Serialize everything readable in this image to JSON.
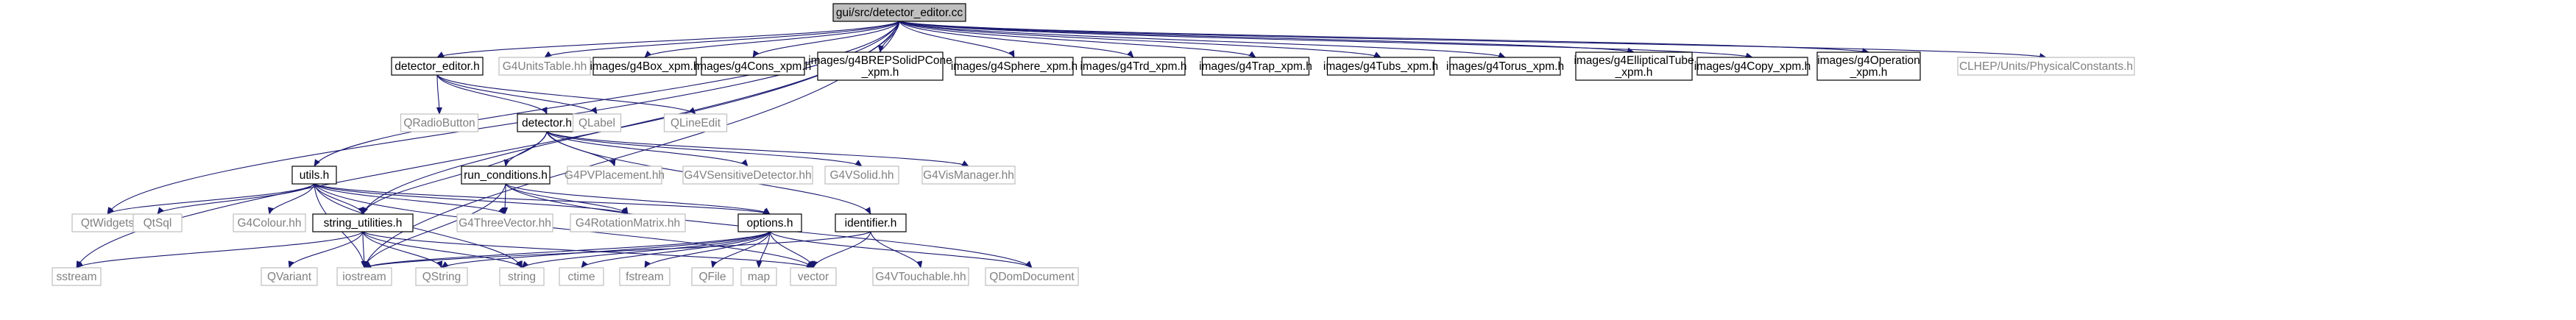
{
  "diagram": {
    "title": "include dependency graph",
    "colors": {
      "edge": "#191970",
      "root_fill": "#bfbfbf",
      "external_border": "#bfbfbf",
      "external_text": "#808080"
    },
    "nodes": [
      {
        "id": "root",
        "kind": "root",
        "lines": [
          "gui/src/detector_editor.cc"
        ]
      },
      {
        "id": "detector_editor_h",
        "kind": "project",
        "lines": [
          "detector_editor.h"
        ]
      },
      {
        "id": "g4unitstable",
        "kind": "external",
        "lines": [
          "G4UnitsTable.hh"
        ]
      },
      {
        "id": "g4box",
        "kind": "project",
        "lines": [
          "images/g4Box_xpm.h"
        ]
      },
      {
        "id": "g4cons",
        "kind": "project",
        "lines": [
          "images/g4Cons_xpm.h"
        ]
      },
      {
        "id": "g4brep",
        "kind": "project",
        "lines": [
          "images/g4BREPSolidPCone",
          "_xpm.h"
        ]
      },
      {
        "id": "g4sphere",
        "kind": "project",
        "lines": [
          "images/g4Sphere_xpm.h"
        ]
      },
      {
        "id": "g4trd",
        "kind": "project",
        "lines": [
          "images/g4Trd_xpm.h"
        ]
      },
      {
        "id": "g4trap",
        "kind": "project",
        "lines": [
          "images/g4Trap_xpm.h"
        ]
      },
      {
        "id": "g4tubs",
        "kind": "project",
        "lines": [
          "images/g4Tubs_xpm.h"
        ]
      },
      {
        "id": "g4torus",
        "kind": "project",
        "lines": [
          "images/g4Torus_xpm.h"
        ]
      },
      {
        "id": "g4elliptical",
        "kind": "project",
        "lines": [
          "images/g4EllipticalTube",
          "_xpm.h"
        ]
      },
      {
        "id": "g4copy",
        "kind": "project",
        "lines": [
          "images/g4Copy_xpm.h"
        ]
      },
      {
        "id": "g4operation",
        "kind": "project",
        "lines": [
          "images/g4Operation",
          "_xpm.h"
        ]
      },
      {
        "id": "clhep",
        "kind": "external",
        "lines": [
          "CLHEP/Units/PhysicalConstants.h"
        ]
      },
      {
        "id": "qradiobutton",
        "kind": "external",
        "lines": [
          "QRadioButton"
        ]
      },
      {
        "id": "detector_h",
        "kind": "project",
        "lines": [
          "detector.h"
        ]
      },
      {
        "id": "qlabel",
        "kind": "external",
        "lines": [
          "QLabel"
        ]
      },
      {
        "id": "qlineedit",
        "kind": "external",
        "lines": [
          "QLineEdit"
        ]
      },
      {
        "id": "utils_h",
        "kind": "project",
        "lines": [
          "utils.h"
        ]
      },
      {
        "id": "run_conditions_h",
        "kind": "project",
        "lines": [
          "run_conditions.h"
        ]
      },
      {
        "id": "g4pvplacement",
        "kind": "external",
        "lines": [
          "G4PVPlacement.hh"
        ]
      },
      {
        "id": "g4vsensitive",
        "kind": "external",
        "lines": [
          "G4VSensitiveDetector.hh"
        ]
      },
      {
        "id": "g4vsolid",
        "kind": "external",
        "lines": [
          "G4VSolid.hh"
        ]
      },
      {
        "id": "g4vismanager",
        "kind": "external",
        "lines": [
          "G4VisManager.hh"
        ]
      },
      {
        "id": "qtwidgets",
        "kind": "external",
        "lines": [
          "QtWidgets"
        ]
      },
      {
        "id": "qtsql",
        "kind": "external",
        "lines": [
          "QtSql"
        ]
      },
      {
        "id": "g4colour",
        "kind": "external",
        "lines": [
          "G4Colour.hh"
        ]
      },
      {
        "id": "string_utilities_h",
        "kind": "project",
        "lines": [
          "string_utilities.h"
        ]
      },
      {
        "id": "g4threevector",
        "kind": "external",
        "lines": [
          "G4ThreeVector.hh"
        ]
      },
      {
        "id": "g4rotationmatrix",
        "kind": "external",
        "lines": [
          "G4RotationMatrix.hh"
        ]
      },
      {
        "id": "options_h",
        "kind": "project",
        "lines": [
          "options.h"
        ]
      },
      {
        "id": "identifier_h",
        "kind": "project",
        "lines": [
          "identifier.h"
        ]
      },
      {
        "id": "sstream",
        "kind": "external",
        "lines": [
          "sstream"
        ]
      },
      {
        "id": "qvariant",
        "kind": "external",
        "lines": [
          "QVariant"
        ]
      },
      {
        "id": "iostream",
        "kind": "external",
        "lines": [
          "iostream"
        ]
      },
      {
        "id": "qstring",
        "kind": "external",
        "lines": [
          "QString"
        ]
      },
      {
        "id": "string",
        "kind": "external",
        "lines": [
          "string"
        ]
      },
      {
        "id": "ctime",
        "kind": "external",
        "lines": [
          "ctime"
        ]
      },
      {
        "id": "fstream",
        "kind": "external",
        "lines": [
          "fstream"
        ]
      },
      {
        "id": "qfile",
        "kind": "external",
        "lines": [
          "QFile"
        ]
      },
      {
        "id": "map",
        "kind": "external",
        "lines": [
          "map"
        ]
      },
      {
        "id": "vector",
        "kind": "external",
        "lines": [
          "vector"
        ]
      },
      {
        "id": "g4vtouchable",
        "kind": "external",
        "lines": [
          "G4VTouchable.hh"
        ]
      },
      {
        "id": "qdomdocument",
        "kind": "external",
        "lines": [
          "QDomDocument"
        ]
      }
    ],
    "edges": [
      [
        "root",
        "detector_editor_h"
      ],
      [
        "root",
        "g4unitstable"
      ],
      [
        "root",
        "g4box"
      ],
      [
        "root",
        "g4cons"
      ],
      [
        "root",
        "g4brep"
      ],
      [
        "root",
        "g4sphere"
      ],
      [
        "root",
        "g4trd"
      ],
      [
        "root",
        "g4trap"
      ],
      [
        "root",
        "g4tubs"
      ],
      [
        "root",
        "g4torus"
      ],
      [
        "root",
        "g4elliptical"
      ],
      [
        "root",
        "g4copy"
      ],
      [
        "root",
        "g4operation"
      ],
      [
        "root",
        "clhep"
      ],
      [
        "root",
        "utils_h"
      ],
      [
        "root",
        "string_utilities_h"
      ],
      [
        "root",
        "qtwidgets"
      ],
      [
        "root",
        "sstream"
      ],
      [
        "root",
        "iostream"
      ],
      [
        "detector_editor_h",
        "qradiobutton"
      ],
      [
        "detector_editor_h",
        "detector_h"
      ],
      [
        "detector_editor_h",
        "qlabel"
      ],
      [
        "detector_editor_h",
        "qlineedit"
      ],
      [
        "detector_h",
        "run_conditions_h"
      ],
      [
        "detector_h",
        "g4pvplacement"
      ],
      [
        "detector_h",
        "g4vsensitive"
      ],
      [
        "detector_h",
        "g4vsolid"
      ],
      [
        "detector_h",
        "g4vismanager"
      ],
      [
        "detector_h",
        "identifier_h"
      ],
      [
        "detector_h",
        "string_utilities_h"
      ],
      [
        "run_conditions_h",
        "g4threevector"
      ],
      [
        "run_conditions_h",
        "g4rotationmatrix"
      ],
      [
        "run_conditions_h",
        "options_h"
      ],
      [
        "run_conditions_h",
        "qdomdocument"
      ],
      [
        "run_conditions_h",
        "iostream"
      ],
      [
        "utils_h",
        "qtwidgets"
      ],
      [
        "utils_h",
        "qtsql"
      ],
      [
        "utils_h",
        "g4colour"
      ],
      [
        "utils_h",
        "string_utilities_h"
      ],
      [
        "utils_h",
        "g4threevector"
      ],
      [
        "utils_h",
        "g4rotationmatrix"
      ],
      [
        "utils_h",
        "options_h"
      ],
      [
        "utils_h",
        "iostream"
      ],
      [
        "utils_h",
        "string"
      ],
      [
        "utils_h",
        "vector"
      ],
      [
        "string_utilities_h",
        "sstream"
      ],
      [
        "string_utilities_h",
        "qvariant"
      ],
      [
        "string_utilities_h",
        "iostream"
      ],
      [
        "string_utilities_h",
        "qstring"
      ],
      [
        "string_utilities_h",
        "string"
      ],
      [
        "string_utilities_h",
        "vector"
      ],
      [
        "options_h",
        "iostream"
      ],
      [
        "options_h",
        "qstring"
      ],
      [
        "options_h",
        "string"
      ],
      [
        "options_h",
        "ctime"
      ],
      [
        "options_h",
        "fstream"
      ],
      [
        "options_h",
        "qfile"
      ],
      [
        "options_h",
        "map"
      ],
      [
        "options_h",
        "vector"
      ],
      [
        "options_h",
        "qdomdocument"
      ],
      [
        "identifier_h",
        "iostream"
      ],
      [
        "identifier_h",
        "vector"
      ],
      [
        "identifier_h",
        "g4vtouchable"
      ]
    ]
  }
}
